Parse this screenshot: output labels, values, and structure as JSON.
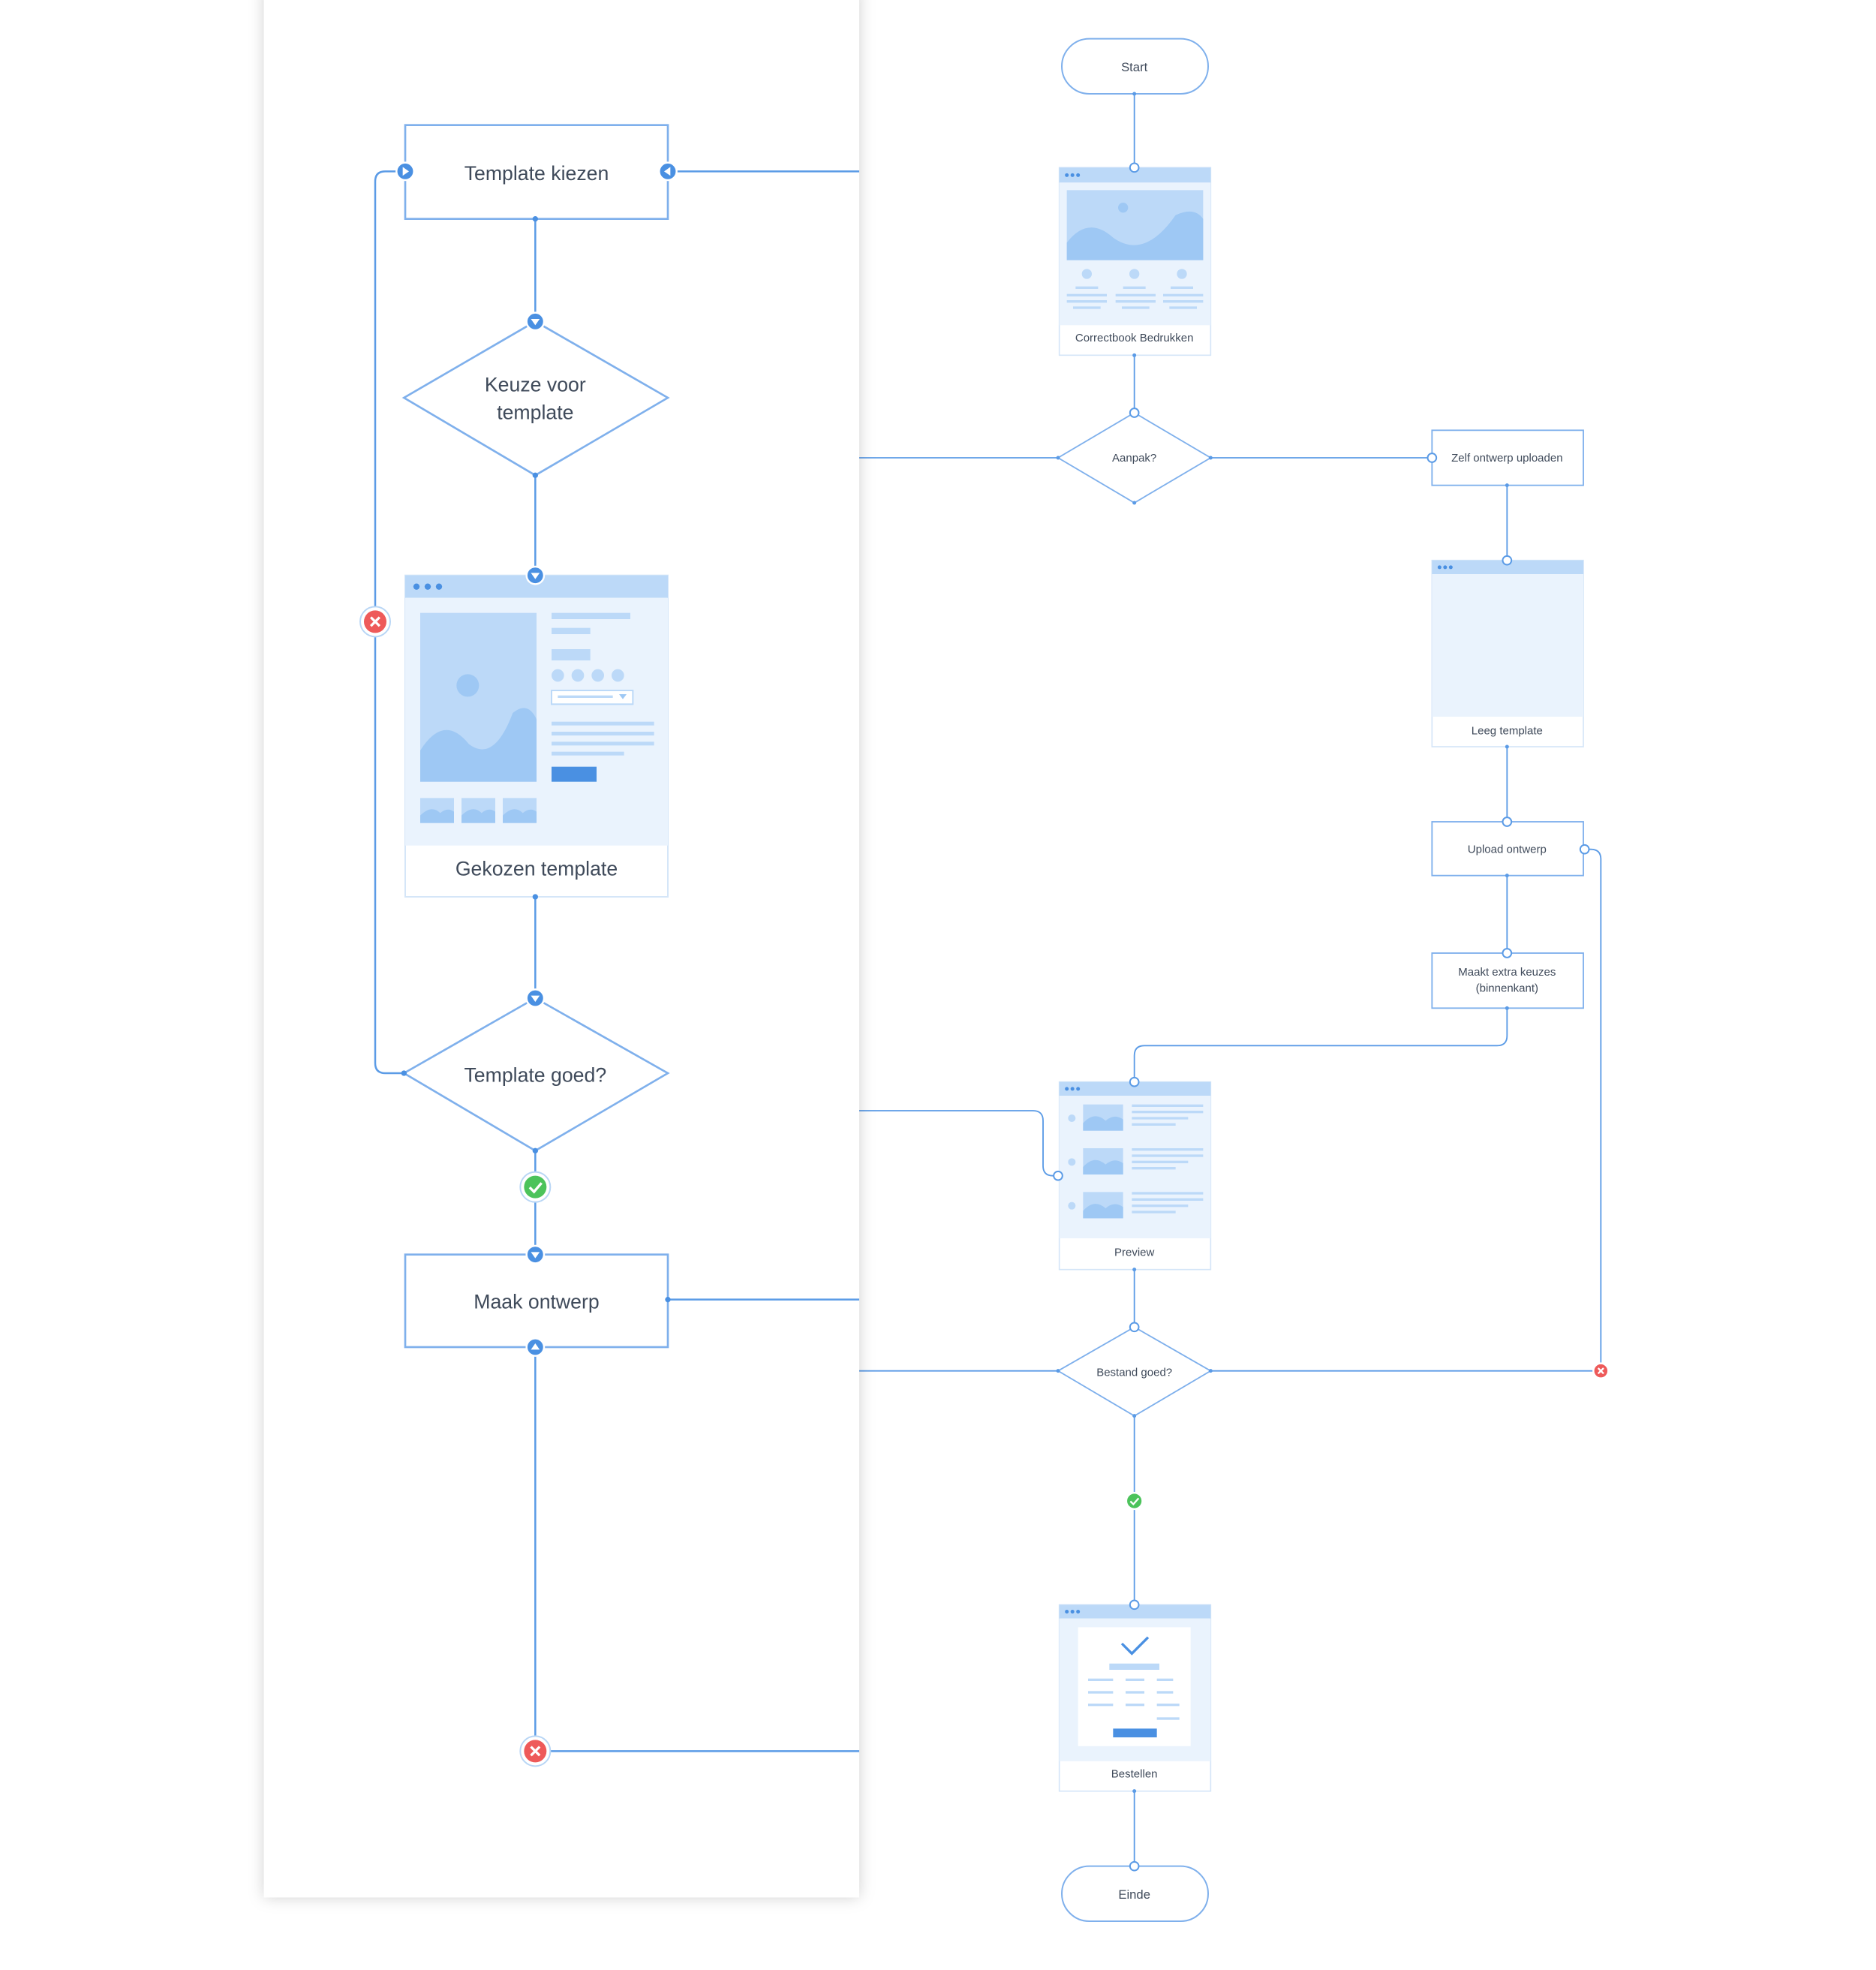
{
  "colors": {
    "line": "#5b9be6",
    "stroke": "#7fb0ec",
    "fill_light": "#eaf3fd",
    "fill_mid": "#bcd9f8",
    "accent": "#4a90e2",
    "ok": "#4cc35b",
    "error": "#ee5a5a",
    "text": "#3f4a5a"
  },
  "zoom_panel": {
    "template_kiezen": "Template kiezen",
    "keuze_line1": "Keuze voor",
    "keuze_line2": "template",
    "gekozen_template": "Gekozen template",
    "template_goed": "Template goed?",
    "maak_ontwerp": "Maak ontwerp"
  },
  "flow": {
    "start": "Start",
    "correctbook": "Correctbook Bedrukken",
    "aanpak": "Aanpak?",
    "zelf_ontwerp": "Zelf ontwerp uploaden",
    "leeg_template": "Leeg template",
    "upload_ontwerp": "Upload ontwerp",
    "extra_line1": "Maakt extra keuzes",
    "extra_line2": "(binnenkant)",
    "preview": "Preview",
    "bestand_goed": "Bestand goed?",
    "bestellen": "Bestellen",
    "einde": "Einde"
  }
}
